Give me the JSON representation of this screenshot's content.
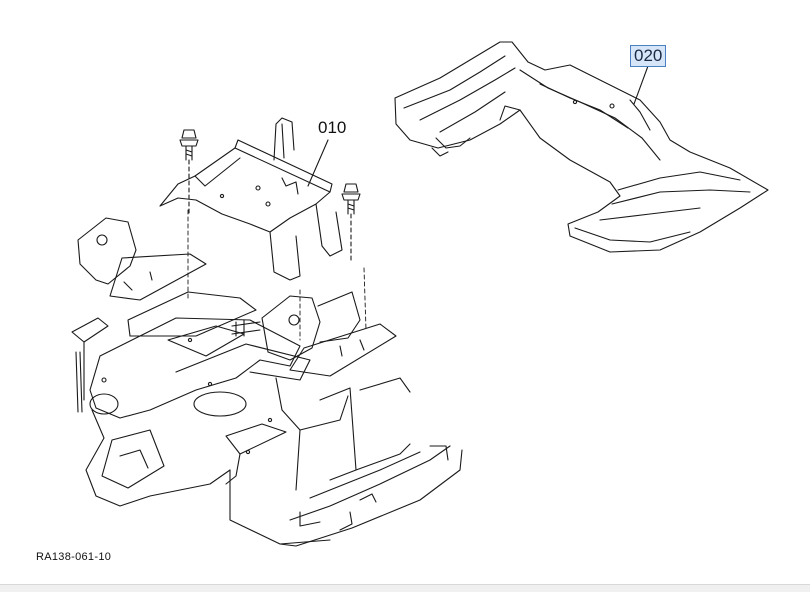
{
  "callouts": {
    "part_010": "010",
    "part_020": "020"
  },
  "diagram_code": "RA138-061-10",
  "colors": {
    "line": "#1a1a1a",
    "highlight_fill": "#d6e6f8",
    "highlight_border": "#4a7fc0"
  }
}
